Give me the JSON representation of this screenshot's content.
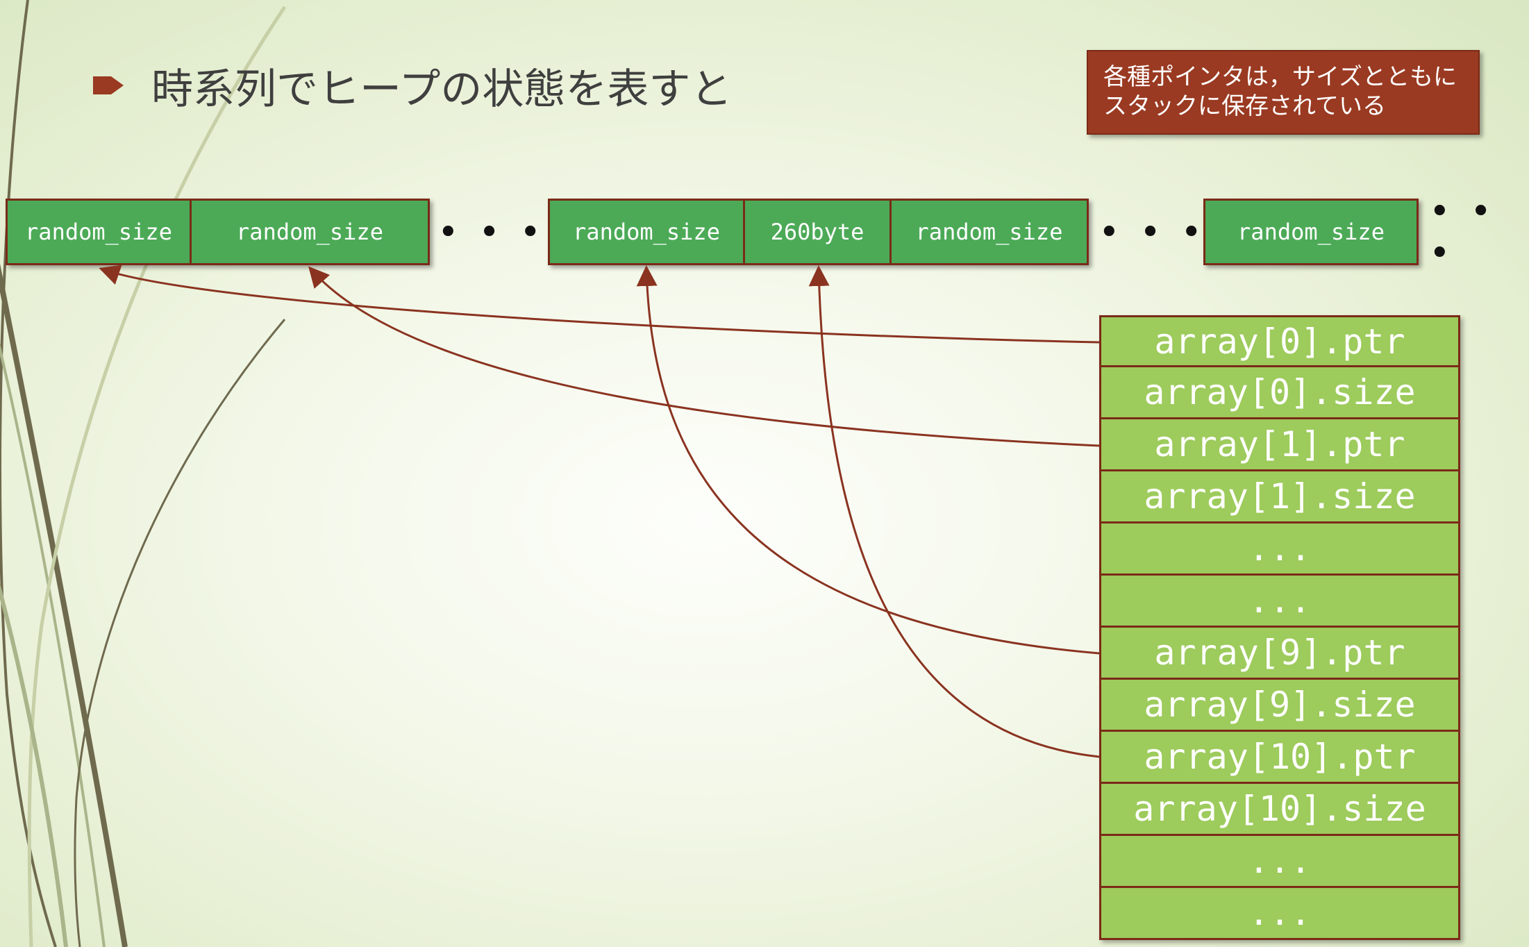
{
  "title": {
    "text": "時系列でヒープの状態を表すと",
    "bullet_icon": "arrow-bullet-icon"
  },
  "note": {
    "lines": [
      "各種ポインタは，サイズとともに",
      "スタックに保存されている"
    ]
  },
  "heap": {
    "blocks": [
      "random_size",
      "random_size",
      "random_size",
      "260byte",
      "random_size",
      "random_size"
    ],
    "ellipsis": "• • •"
  },
  "stack": {
    "cells": [
      "array[0].ptr",
      "array[0].size",
      "array[1].ptr",
      "array[1].size",
      "...",
      "...",
      "array[9].ptr",
      "array[9].size",
      "array[10].ptr",
      "array[10].size",
      "...",
      "..."
    ]
  },
  "colors": {
    "accent": "#9a3a22",
    "heap_block": "#4caa57",
    "stack_cell": "#9dcb5c",
    "border": "#7a2a18",
    "arrow": "#8a3320"
  }
}
